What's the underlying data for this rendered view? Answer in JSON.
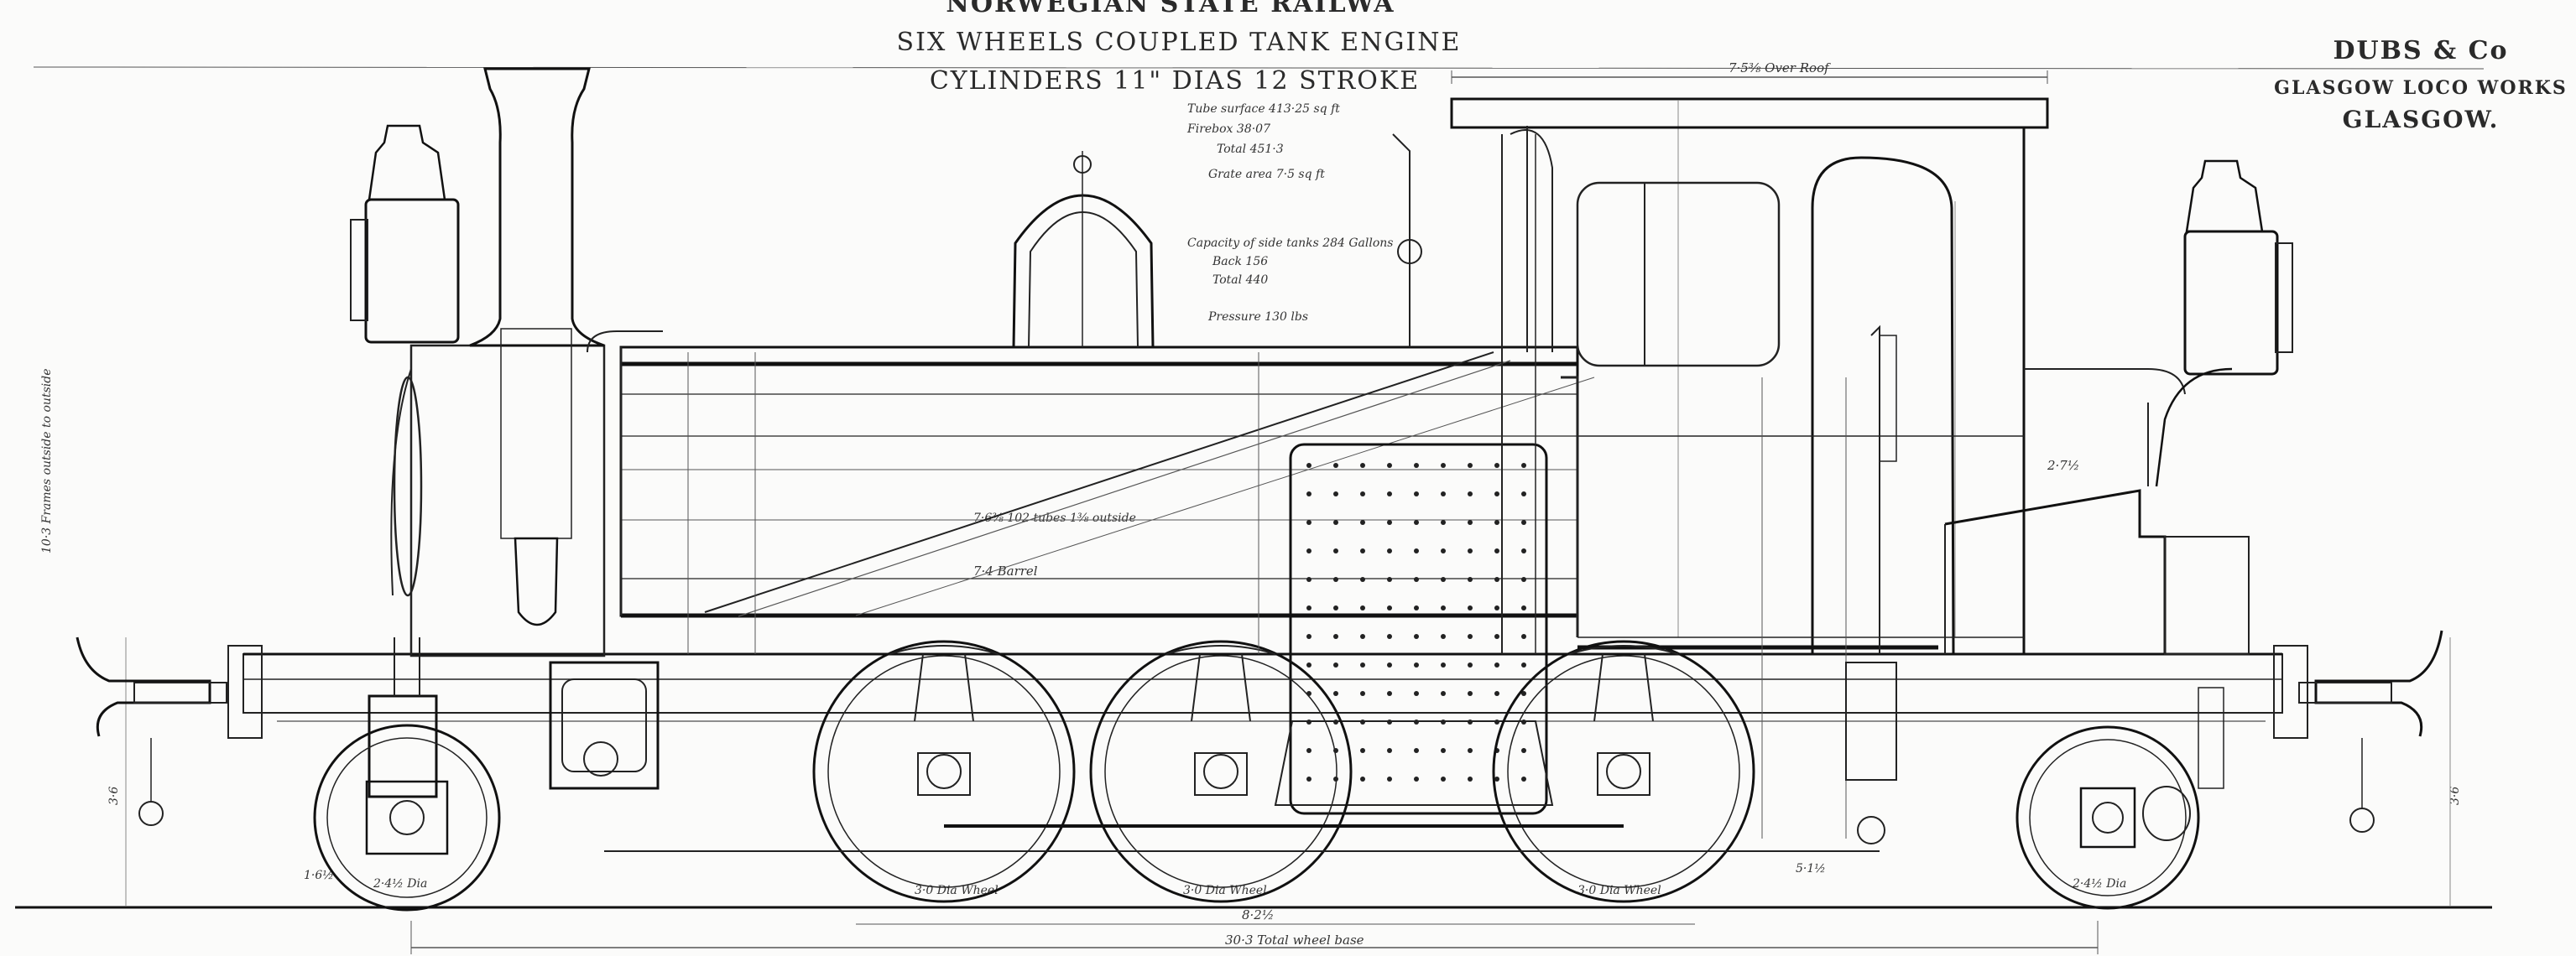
{
  "title": {
    "railway": "NORWEGIAN STATE RAILWA",
    "engine": "SIX WHEELS COUPLED TANK ENGINE",
    "cylinders": "CYLINDERS 11\" DIAS 12 STROKE"
  },
  "maker": {
    "name": "DUBS & Co",
    "works": "GLASGOW LOCO WORKS",
    "city": "GLASGOW."
  },
  "specs": {
    "tubes": "Tube surface  413·25 sq ft",
    "firebox": "Firebox  38·07",
    "total": "Total  451·3",
    "grate": "Grate area  7·5 sq ft",
    "capacity": "Capacity of side tanks 284 Gallons",
    "back": "Back  156",
    "total_gal": "Total  440",
    "pressure": "Pressure 130 lbs"
  },
  "dimensions": {
    "top": "7·5⅜ Over Roof",
    "overall": "30·3 Total wheel base",
    "wheelbase": "8·2½",
    "barrel": "7·4 Barrel",
    "tubes_len": "7·6⅜ 102 tubes 1⅜ outside",
    "frames": "10·3 Frames outside to outside",
    "bogie_l": "2·4½ Dia",
    "bogie_r": "2·4½ Dia",
    "coupled_1": "3·0 Dia Wheel",
    "coupled_2": "3·0 Dia Wheel",
    "coupled_3": "3·0 Dia Wheel",
    "bunker": "2·7½",
    "height_l": "3·6",
    "height_r": "3·6",
    "spacing_r": "5·1½",
    "side_l": "1·6½"
  }
}
